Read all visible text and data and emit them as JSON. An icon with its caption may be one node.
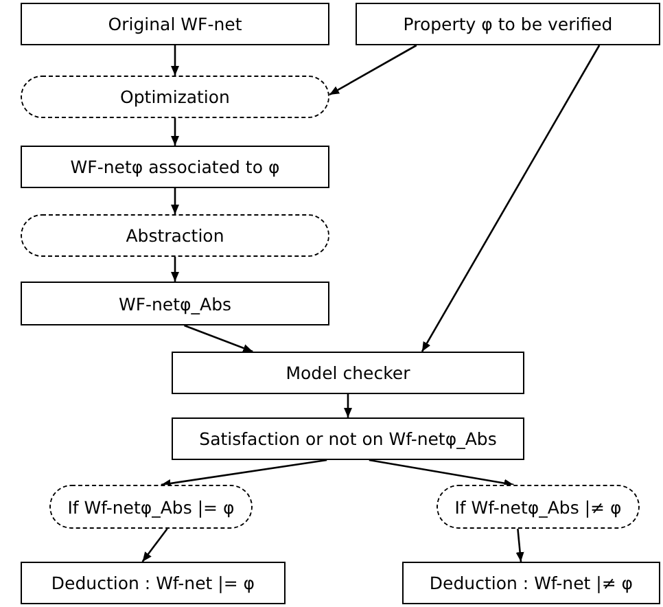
{
  "diagram": {
    "nodes": [
      {
        "text": [
          "Original WF-net"
        ]
      },
      {
        "text": [
          "Property φ to be verified"
        ]
      },
      {
        "text": [
          "Optimization"
        ]
      },
      {
        "text": [
          "WF-netφ associated to φ"
        ]
      },
      {
        "text": [
          "Abstraction"
        ]
      },
      {
        "text": [
          "WF-netφ_Abs"
        ]
      },
      {
        "text": [
          "Model checker"
        ]
      },
      {
        "text": [
          "Satisfaction or not on Wf-netφ_Abs"
        ]
      },
      {
        "text": [
          "If Wf-netφ_Abs |= φ"
        ]
      },
      {
        "text": [
          "If Wf-netφ_Abs |≠ φ"
        ]
      },
      {
        "text": [
          "Deduction : Wf-net |= φ"
        ]
      },
      {
        "text": [
          "Deduction : Wf-net |≠ φ"
        ]
      }
    ],
    "edges": [
      {
        "from": 0,
        "to": 2,
        "arrow": "to"
      },
      {
        "from": 1,
        "to": 2,
        "arrow": "to"
      },
      {
        "from": 2,
        "to": 3,
        "arrow": "to"
      },
      {
        "from": 3,
        "to": 4,
        "arrow": "to"
      },
      {
        "from": 4,
        "to": 5,
        "arrow": "to"
      },
      {
        "from": 5,
        "to": 6,
        "arrow": "to"
      },
      {
        "from": 1,
        "to": 6,
        "arrow": "to"
      },
      {
        "from": 6,
        "to": 7,
        "arrow": "to"
      },
      {
        "from": 7,
        "to": 8,
        "arrow": "to"
      },
      {
        "from": 7,
        "to": 9,
        "arrow": "to"
      },
      {
        "from": 8,
        "to": 10,
        "arrow": "to"
      },
      {
        "from": 9,
        "to": 11,
        "arrow": "to"
      }
    ]
  }
}
